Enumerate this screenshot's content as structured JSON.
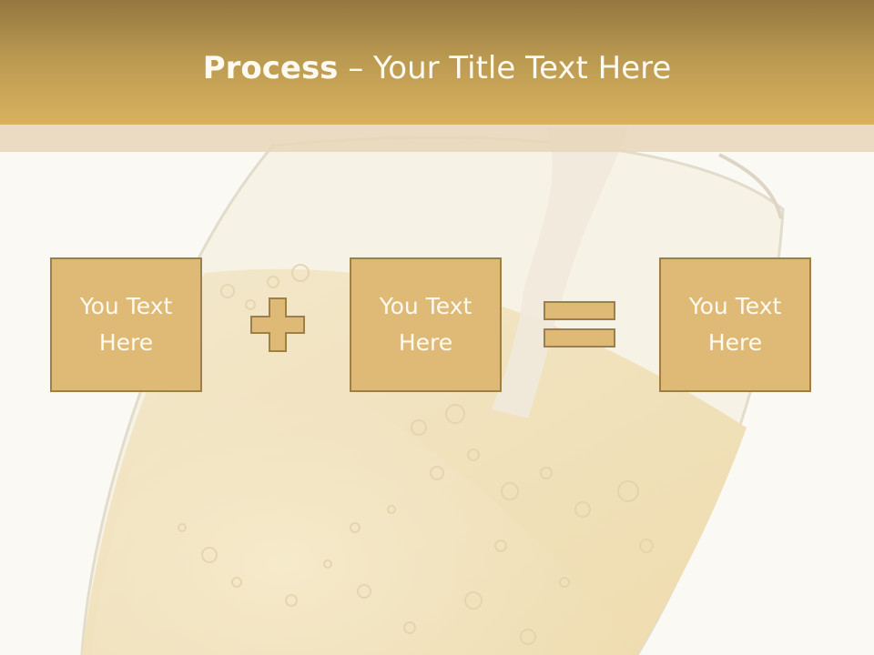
{
  "slide": {
    "title_bold": "Process",
    "title_rest": " – Your Title Text Here",
    "boxes": [
      {
        "label": "You Text Here"
      },
      {
        "label": "You Text Here"
      },
      {
        "label": "You Text Here"
      }
    ],
    "operators": [
      "plus-icon",
      "equals-icon"
    ],
    "colors": {
      "header_top": "#94773f",
      "header_bottom": "#d8b25e",
      "box_fill": "#deba76",
      "box_border": "#9c8045",
      "text": "#fffaf0",
      "background": "#fbf9f4"
    }
  }
}
